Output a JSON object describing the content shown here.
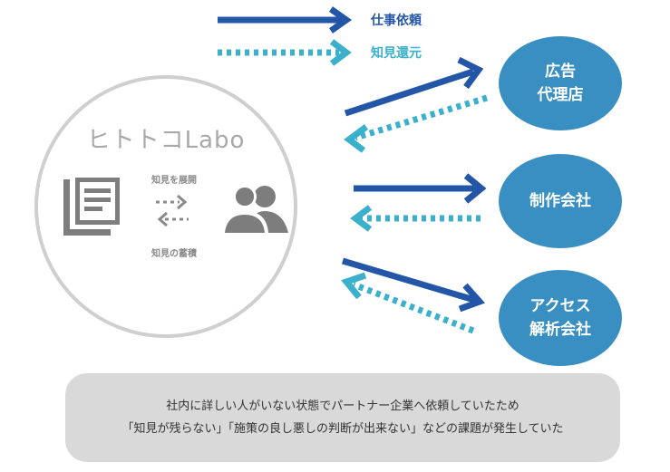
{
  "legend": {
    "request_label": "仕事依頼",
    "knowledge_label": "知見還元",
    "request_color": "#2456a8",
    "knowledge_color": "#3ab0cc"
  },
  "hub": {
    "title": "ヒトトコLabo",
    "expand_label": "知見を展開",
    "accumulate_label": "知見の蓄積",
    "icons": [
      "documents-icon",
      "exchange-arrows-icon",
      "people-icon"
    ]
  },
  "partners": [
    {
      "line1": "広告",
      "line2": "代理店"
    },
    {
      "line1": "制作会社",
      "line2": ""
    },
    {
      "line1": "アクセス",
      "line2": "解析会社"
    }
  ],
  "partner_color": "#3a8fc2",
  "note": {
    "line1": "社内に詳しい人がいない状態でパートナー企業へ依頼していたため",
    "line2": "「知見が残らない」「施策の良し悪しの判断が出来ない」などの課題が発生していた"
  }
}
